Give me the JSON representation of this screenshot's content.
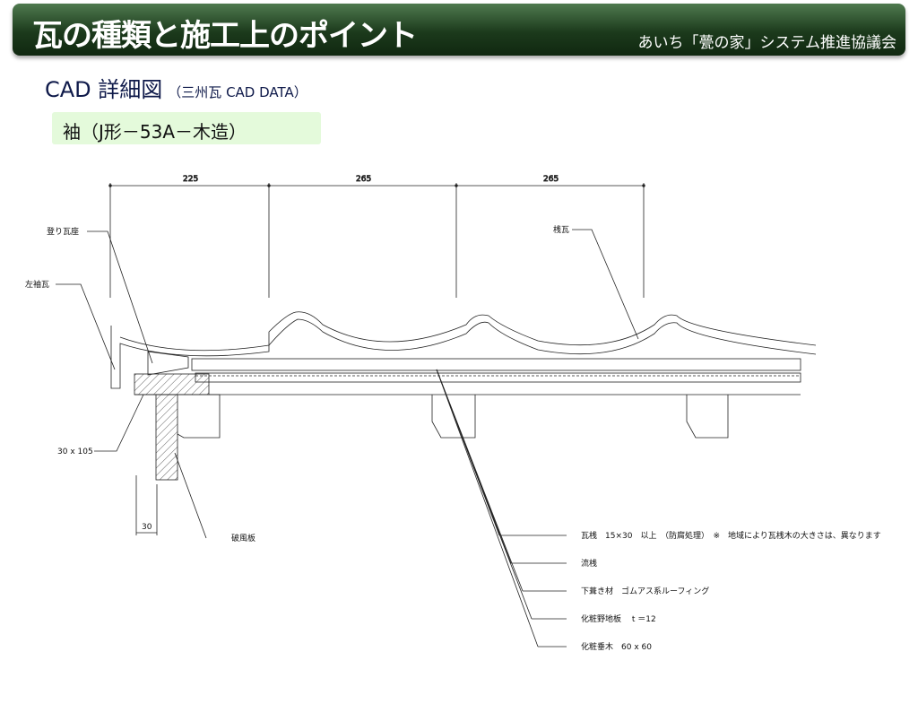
{
  "header": {
    "title": "瓦の種類と施工上のポイント",
    "organization": "あいち「甍の家」システム推進協議会"
  },
  "subtitle": {
    "main": "CAD 詳細図",
    "note": "（三州瓦 CAD DATA）"
  },
  "section": {
    "label": "袖（J形－53A－木造）"
  },
  "drawing": {
    "dimensions": [
      "225",
      "265",
      "265"
    ],
    "labels": {
      "noborigawaza": "登り瓦座",
      "hidari_sodegawara": "左袖瓦",
      "sangawara": "桟瓦",
      "beam": "30 x 105",
      "width30": "30",
      "hafuita": "破風板"
    },
    "legend": [
      "瓦桟　15×30　以上　（防腐処理）　※　地域により瓦桟木の大きさは、異なります",
      "流桟",
      "下葺き材　ゴムアス系ルーフィング",
      "化粧野地板　 t ＝12",
      "化粧垂木　60 x 60"
    ]
  }
}
